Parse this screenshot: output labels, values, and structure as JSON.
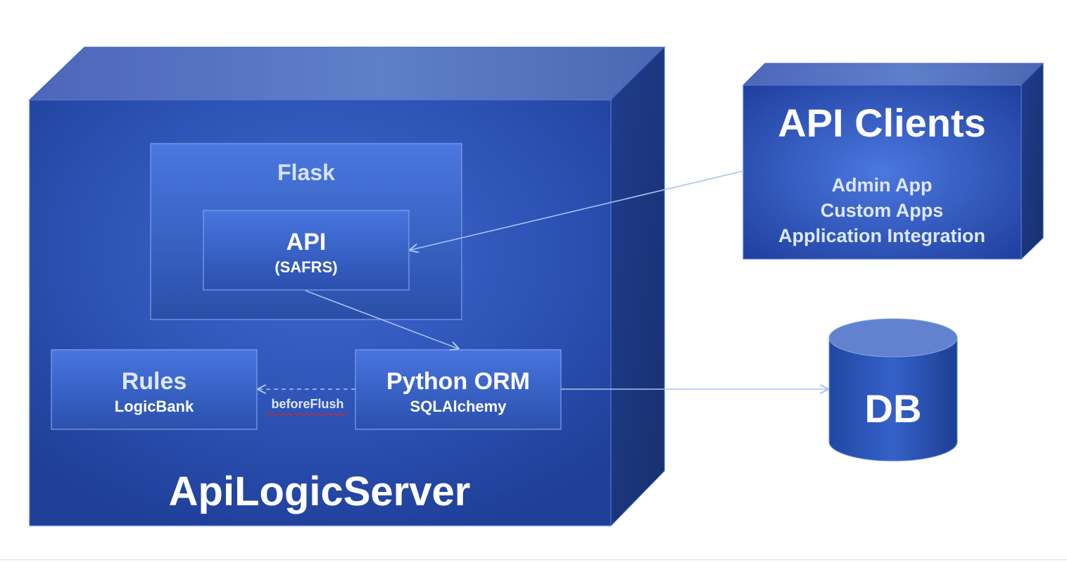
{
  "server": {
    "title": "ApiLogicServer"
  },
  "flask": {
    "title": "Flask"
  },
  "api": {
    "title": "API",
    "subtitle": "(SAFRS)"
  },
  "rules": {
    "title": "Rules",
    "subtitle": "LogicBank"
  },
  "orm": {
    "title": "Python ORM",
    "subtitle": "SQLAlchemy"
  },
  "connector": {
    "before_flush_label": "beforeFlush"
  },
  "clients": {
    "title": "API Clients",
    "items": [
      "Admin App",
      "Custom Apps",
      "Application Integration"
    ]
  },
  "db": {
    "title": "DB"
  },
  "colors": {
    "box_blue": "#2f56b8",
    "box_light": "#4270d8",
    "top_face": "#5f7fca",
    "side_face": "#1c3a87",
    "border": "#6c8fd6",
    "text": "#ffffff",
    "muted_text": "#dfe8fb",
    "connector": "#a8c2ee",
    "link_underline": "#d12b2b"
  }
}
